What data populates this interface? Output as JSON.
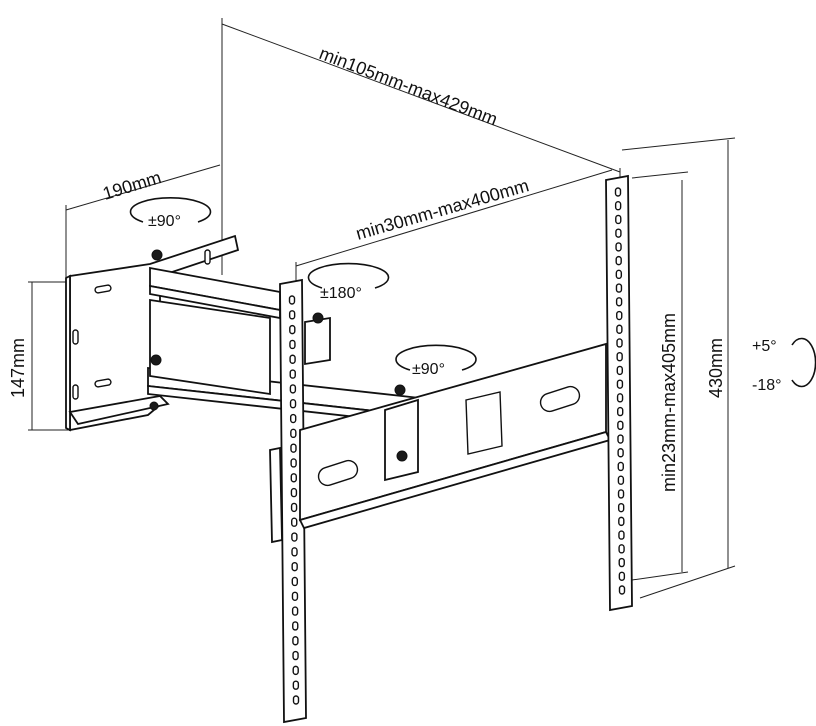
{
  "dimensions": {
    "top_depth": "min105mm-max429mm",
    "plate_depth": "190mm",
    "arm_span": "min30mm-max400mm",
    "wall_height": "147mm",
    "vertical_span": "min23mm-max405mm",
    "total_height": "430mm"
  },
  "rotations": {
    "wall_swivel": "±90°",
    "tv_rotate": "±180°",
    "arm_swivel": "±90°",
    "tilt_up": "+5°",
    "tilt_down": "-18°"
  }
}
